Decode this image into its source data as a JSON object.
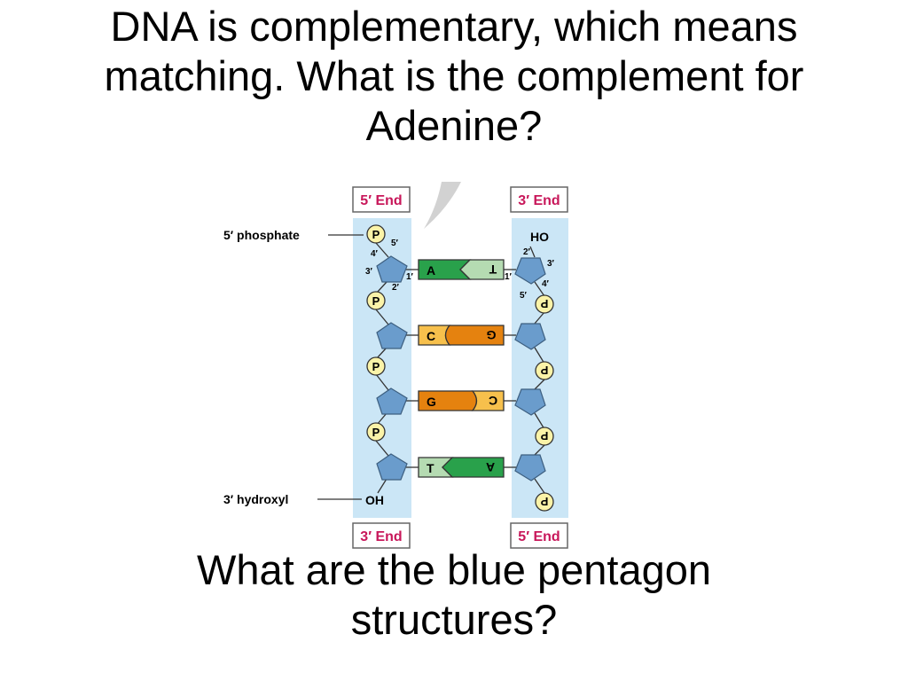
{
  "slide": {
    "title": "DNA is complementary, which means matching. What is the complement for Adenine?",
    "question": "What are the blue pentagon structures?"
  },
  "diagram": {
    "left_top_label": "5′ End",
    "right_top_label": "3′ End",
    "left_bottom_label": "3′ End",
    "right_bottom_label": "5′ End",
    "phosphate_label": "5′ phosphate",
    "hydroxyl_label": "3′ hydroxyl",
    "left_oh": "OH",
    "right_ho": "HO",
    "phosphate_symbol": "P",
    "carbon_labels": {
      "c1": "1′",
      "c2": "2′",
      "c3": "3′",
      "c4": "4′",
      "c5": "5′"
    },
    "base_pairs": [
      {
        "left": "A",
        "right": "T"
      },
      {
        "left": "C",
        "right": "G"
      },
      {
        "left": "G",
        "right": "C"
      },
      {
        "left": "T",
        "right": "A"
      }
    ],
    "colors": {
      "backbone_bg": "#cbe6f6",
      "sugar": "#6a9ccc",
      "phosphate": "#fbf3a8",
      "end_label": "#c8175a",
      "adenine": "#29a14b",
      "thymine": "#b5dbb2",
      "cytosine": "#f7c04c",
      "guanine": "#e5820f"
    }
  }
}
